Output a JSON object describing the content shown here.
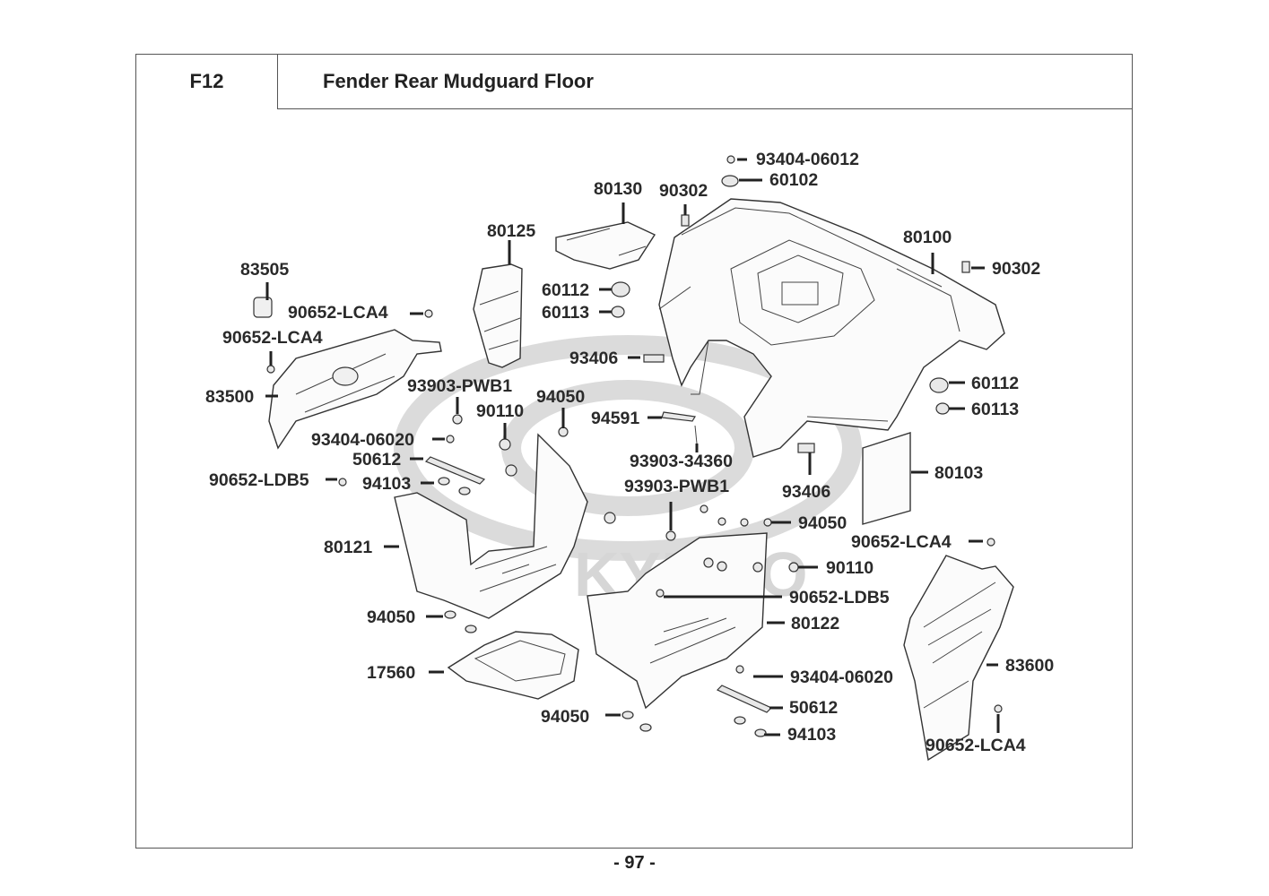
{
  "header": {
    "section_code": "F12",
    "title": "Fender Rear  Mudguard  Floor"
  },
  "footer": {
    "page_number": "- 97 -"
  },
  "watermark": {
    "text": "KYMCO",
    "color": "#cfcfcf"
  },
  "callouts": [
    {
      "id": "c01",
      "part_no": "93404-06012"
    },
    {
      "id": "c02",
      "part_no": "60102"
    },
    {
      "id": "c03",
      "part_no": "80130"
    },
    {
      "id": "c04",
      "part_no": "90302"
    },
    {
      "id": "c05",
      "part_no": "80125"
    },
    {
      "id": "c06",
      "part_no": "80100"
    },
    {
      "id": "c07",
      "part_no": "90302"
    },
    {
      "id": "c08",
      "part_no": "83505"
    },
    {
      "id": "c09",
      "part_no": "60112"
    },
    {
      "id": "c10",
      "part_no": "60113"
    },
    {
      "id": "c11",
      "part_no": "90652-LCA4"
    },
    {
      "id": "c12",
      "part_no": "90652-LCA4"
    },
    {
      "id": "c13",
      "part_no": "93406"
    },
    {
      "id": "c14",
      "part_no": "83500"
    },
    {
      "id": "c15",
      "part_no": "93903-PWB1"
    },
    {
      "id": "c16",
      "part_no": "94050"
    },
    {
      "id": "c17",
      "part_no": "60112"
    },
    {
      "id": "c18",
      "part_no": "90110"
    },
    {
      "id": "c19",
      "part_no": "60113"
    },
    {
      "id": "c20",
      "part_no": "94591"
    },
    {
      "id": "c21",
      "part_no": "93404-06020"
    },
    {
      "id": "c22",
      "part_no": "93903-34360"
    },
    {
      "id": "c23",
      "part_no": "50612"
    },
    {
      "id": "c24",
      "part_no": "80103"
    },
    {
      "id": "c25",
      "part_no": "90652-LDB5"
    },
    {
      "id": "c26",
      "part_no": "94103"
    },
    {
      "id": "c27",
      "part_no": "93406"
    },
    {
      "id": "c28",
      "part_no": "93903-PWB1"
    },
    {
      "id": "c29",
      "part_no": "94050"
    },
    {
      "id": "c30",
      "part_no": "90652-LCA4"
    },
    {
      "id": "c31",
      "part_no": "80121"
    },
    {
      "id": "c32",
      "part_no": "90110"
    },
    {
      "id": "c33",
      "part_no": "90652-LDB5"
    },
    {
      "id": "c34",
      "part_no": "94050"
    },
    {
      "id": "c35",
      "part_no": "80122"
    },
    {
      "id": "c36",
      "part_no": "17560"
    },
    {
      "id": "c37",
      "part_no": "83600"
    },
    {
      "id": "c38",
      "part_no": "93404-06020"
    },
    {
      "id": "c39",
      "part_no": "50612"
    },
    {
      "id": "c40",
      "part_no": "94050"
    },
    {
      "id": "c41",
      "part_no": "94103"
    },
    {
      "id": "c42",
      "part_no": "90652-LCA4"
    }
  ]
}
